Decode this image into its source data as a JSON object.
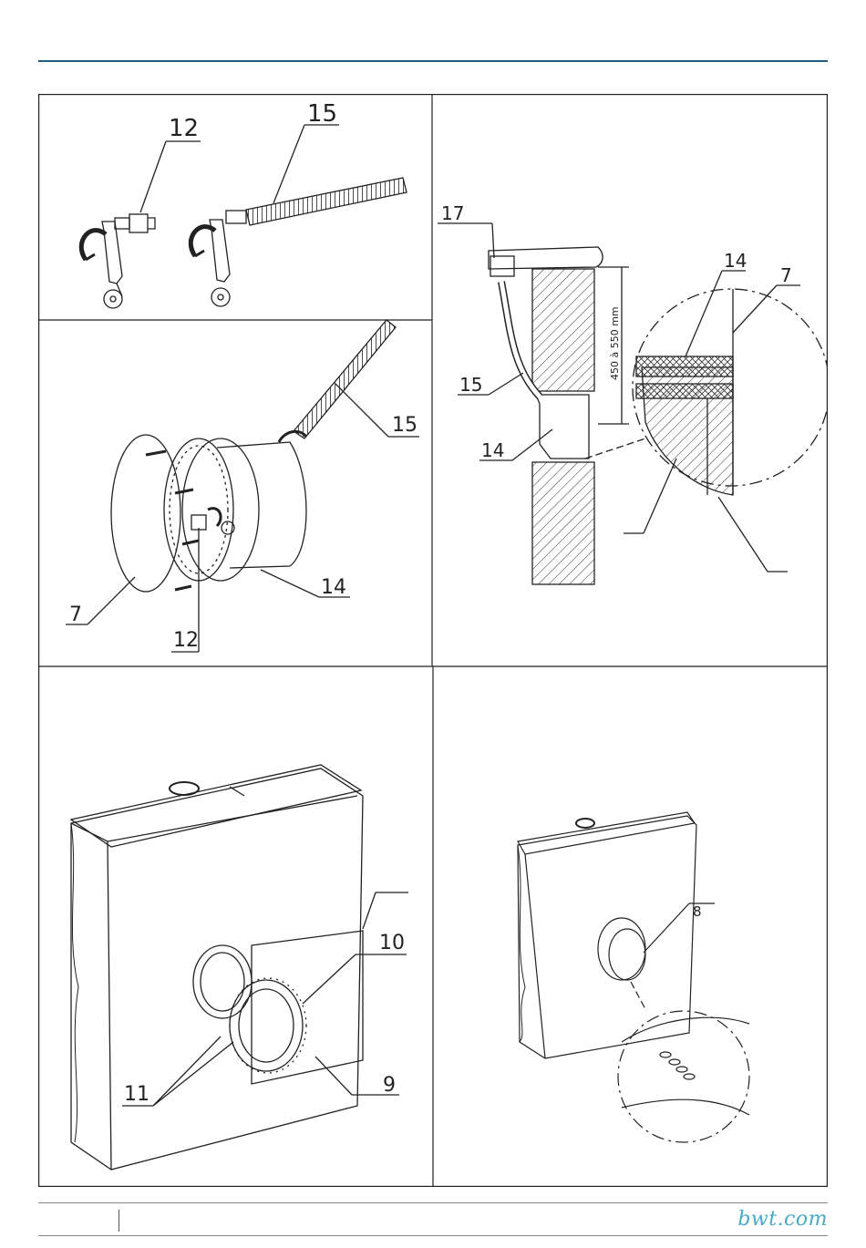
{
  "callouts": {
    "p1_a": "12",
    "p1_b": "15",
    "p2_hose": "15",
    "p2_body": "14",
    "p2_cover": "7",
    "p2_plug": "12",
    "p3_box": "17",
    "p3_hose": "15",
    "p3_housing": "14",
    "p3_detail_a": "14",
    "p3_detail_b": "7",
    "p3_dimension": "450 à 550 mm",
    "p4_a": "10",
    "p4_b": "11",
    "p4_c": "9",
    "p5_a": "8"
  },
  "footer": {
    "brand": "bwt.com"
  },
  "colors": {
    "accent_rule": "#1f5f7a",
    "brand": "#4aa9c4",
    "line": "#222222"
  }
}
